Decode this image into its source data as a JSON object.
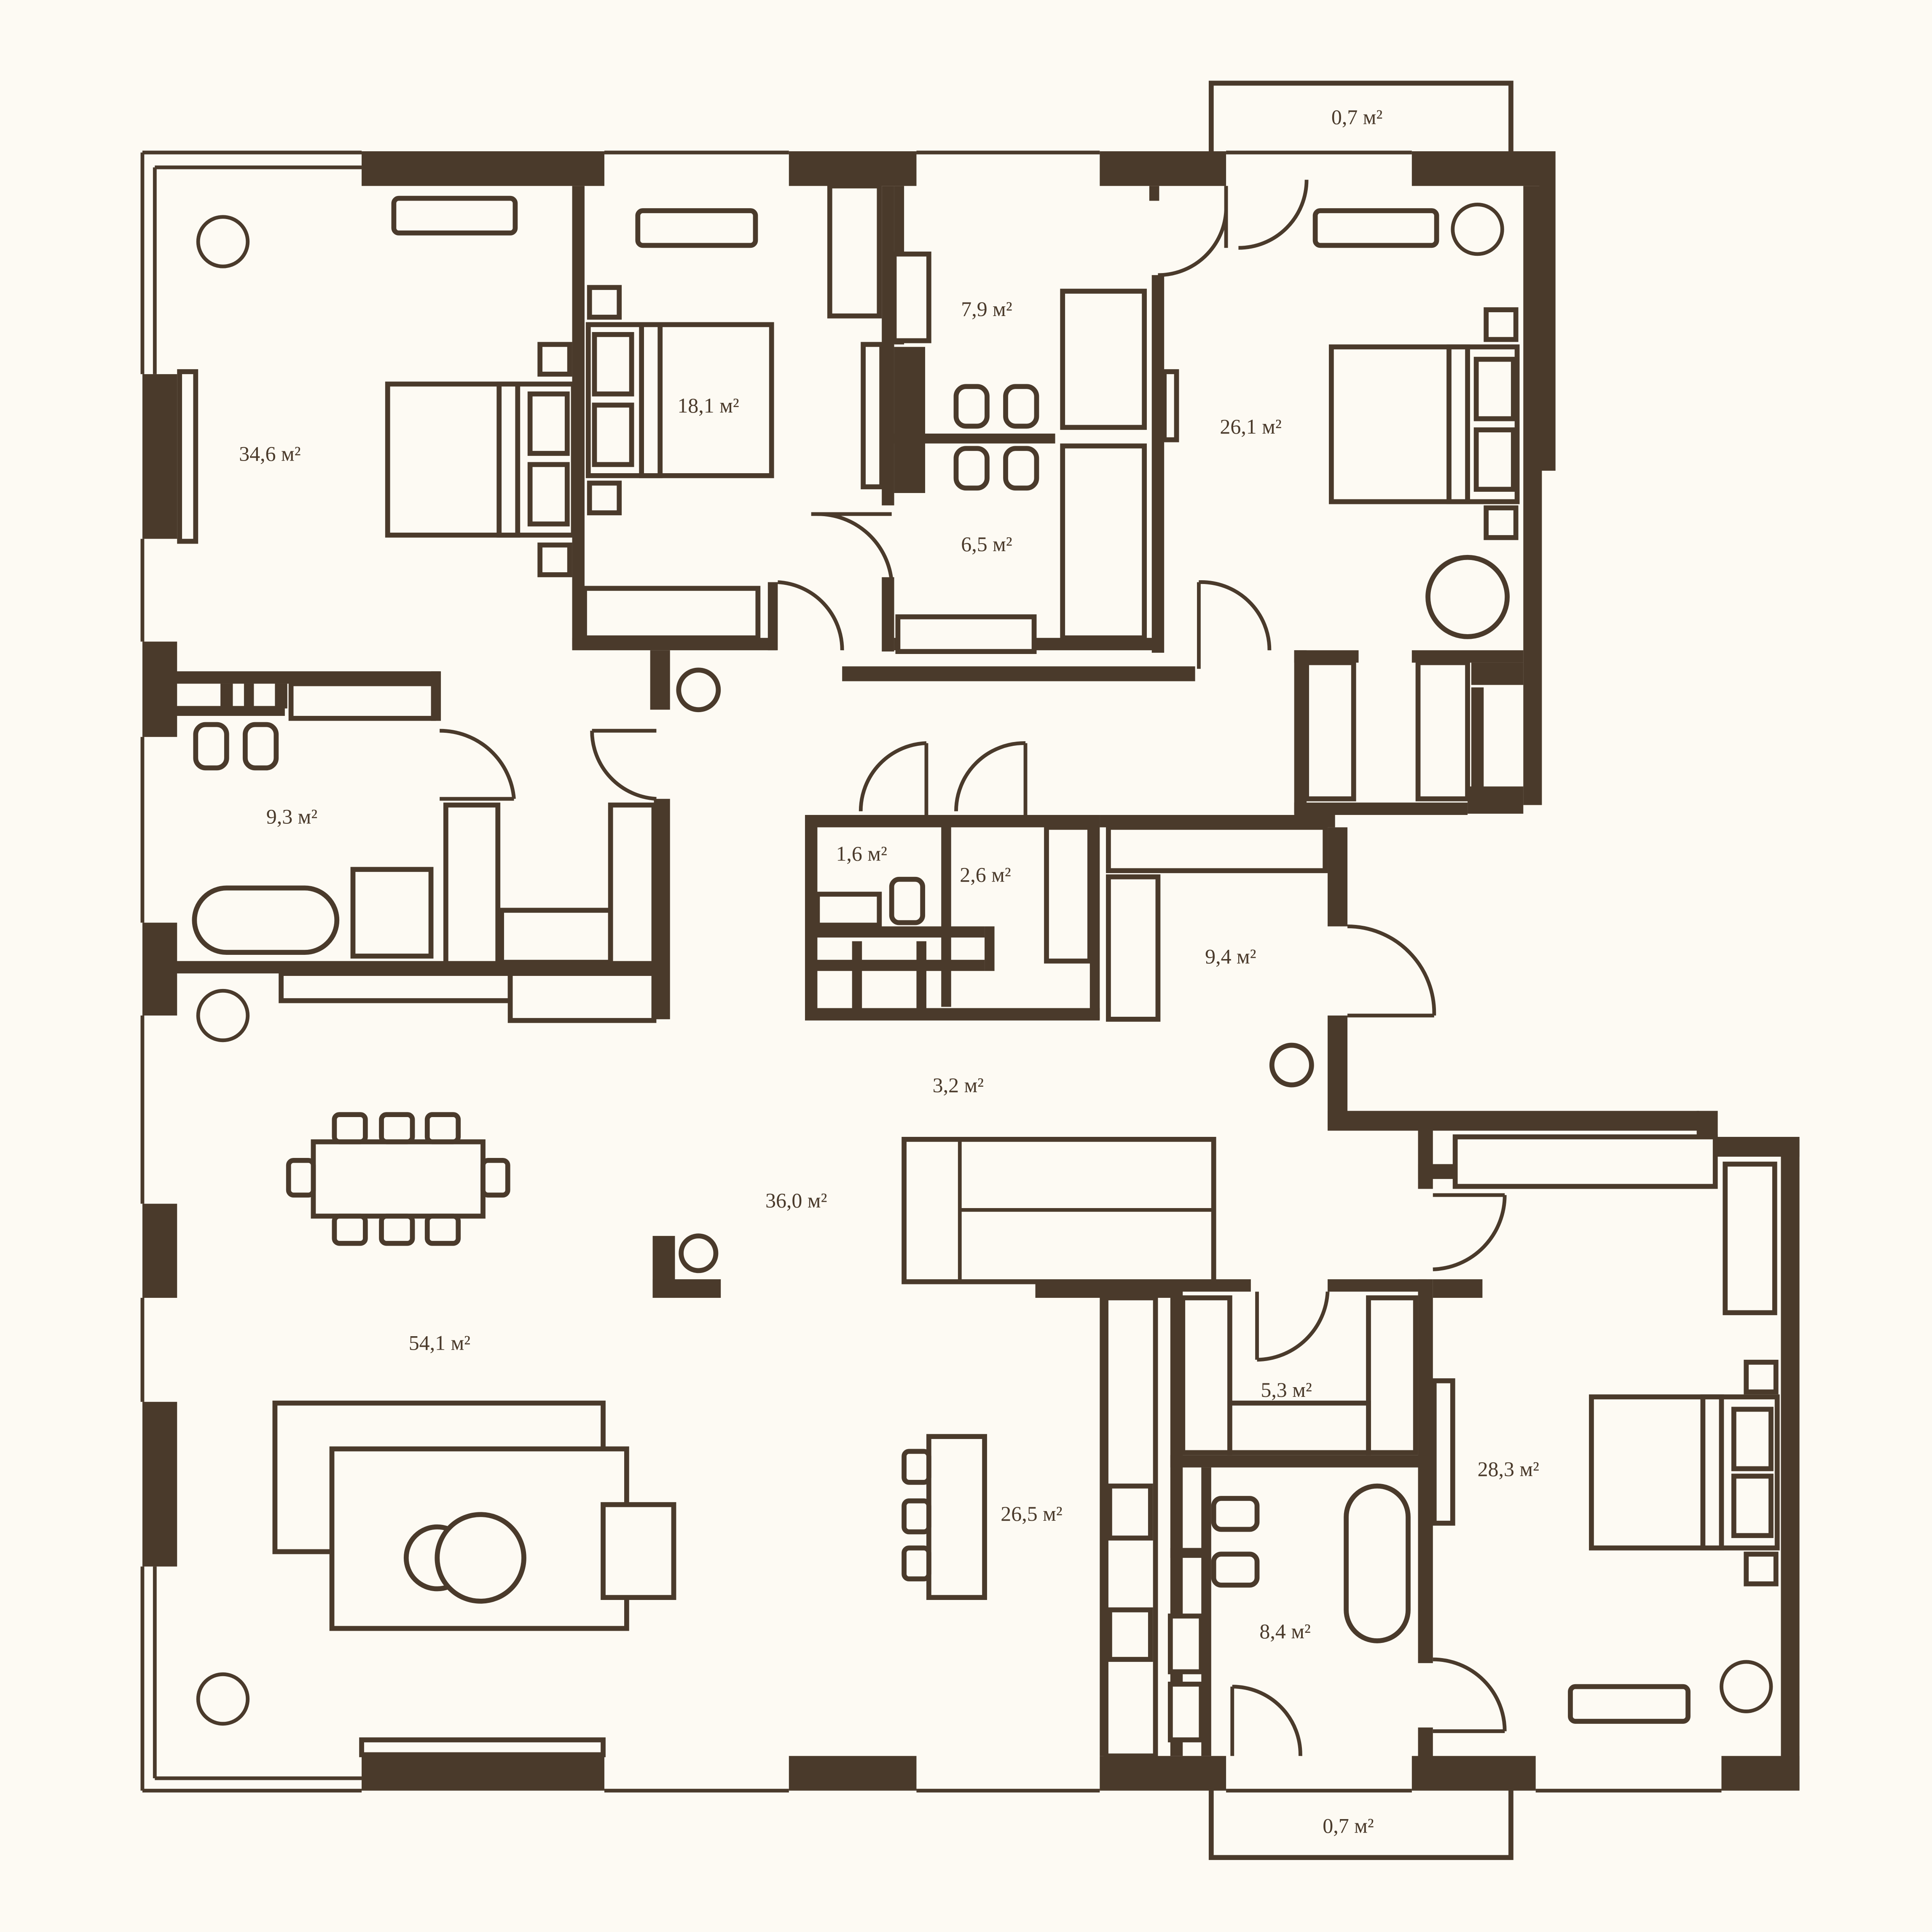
{
  "colors": {
    "wall": "#4a3a2b",
    "background": "#fdfaf3"
  },
  "rooms": [
    {
      "id": "bedroom-nw",
      "label": "34,6 м²"
    },
    {
      "id": "bedroom-n",
      "label": "18,1 м²"
    },
    {
      "id": "bath-n",
      "label": "7,9 м²"
    },
    {
      "id": "bath-n2",
      "label": "6,5 м²"
    },
    {
      "id": "bedroom-ne",
      "label": "26,1 м²"
    },
    {
      "id": "balcony-n",
      "label": "0,7 м²"
    },
    {
      "id": "bath-w",
      "label": "9,3 м²"
    },
    {
      "id": "wc-small",
      "label": "1,6 м²"
    },
    {
      "id": "closet-small",
      "label": "2,6 м²"
    },
    {
      "id": "hall-e",
      "label": "9,4 м²"
    },
    {
      "id": "hall-c",
      "label": "3,2 м²"
    },
    {
      "id": "hall-main",
      "label": "36,0 м²"
    },
    {
      "id": "living",
      "label": "54,1 м²"
    },
    {
      "id": "kitchen",
      "label": "26,5 м²"
    },
    {
      "id": "dressing-se",
      "label": "5,3 м²"
    },
    {
      "id": "bath-se",
      "label": "8,4 м²"
    },
    {
      "id": "bedroom-se",
      "label": "28,3 м²"
    },
    {
      "id": "balcony-s",
      "label": "0,7 м²"
    }
  ]
}
